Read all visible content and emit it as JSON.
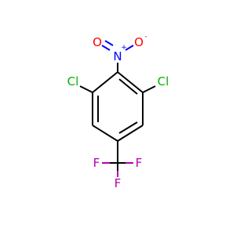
{
  "molecule": {
    "atoms": {
      "n": {
        "symbol": "N",
        "charge": "+",
        "color": "#0000ff"
      },
      "o1": {
        "symbol": "O",
        "color": "#ff0000"
      },
      "o2": {
        "symbol": "O",
        "charge": "-",
        "color": "#ff0000"
      },
      "cl1": {
        "symbol": "Cl",
        "color": "#00b300"
      },
      "cl2": {
        "symbol": "Cl",
        "color": "#00b300"
      },
      "f1": {
        "symbol": "F",
        "color": "#b400b4"
      },
      "f2": {
        "symbol": "F",
        "color": "#b400b4"
      },
      "f3": {
        "symbol": "F",
        "color": "#b400b4"
      }
    },
    "bond_color": "#000000"
  }
}
